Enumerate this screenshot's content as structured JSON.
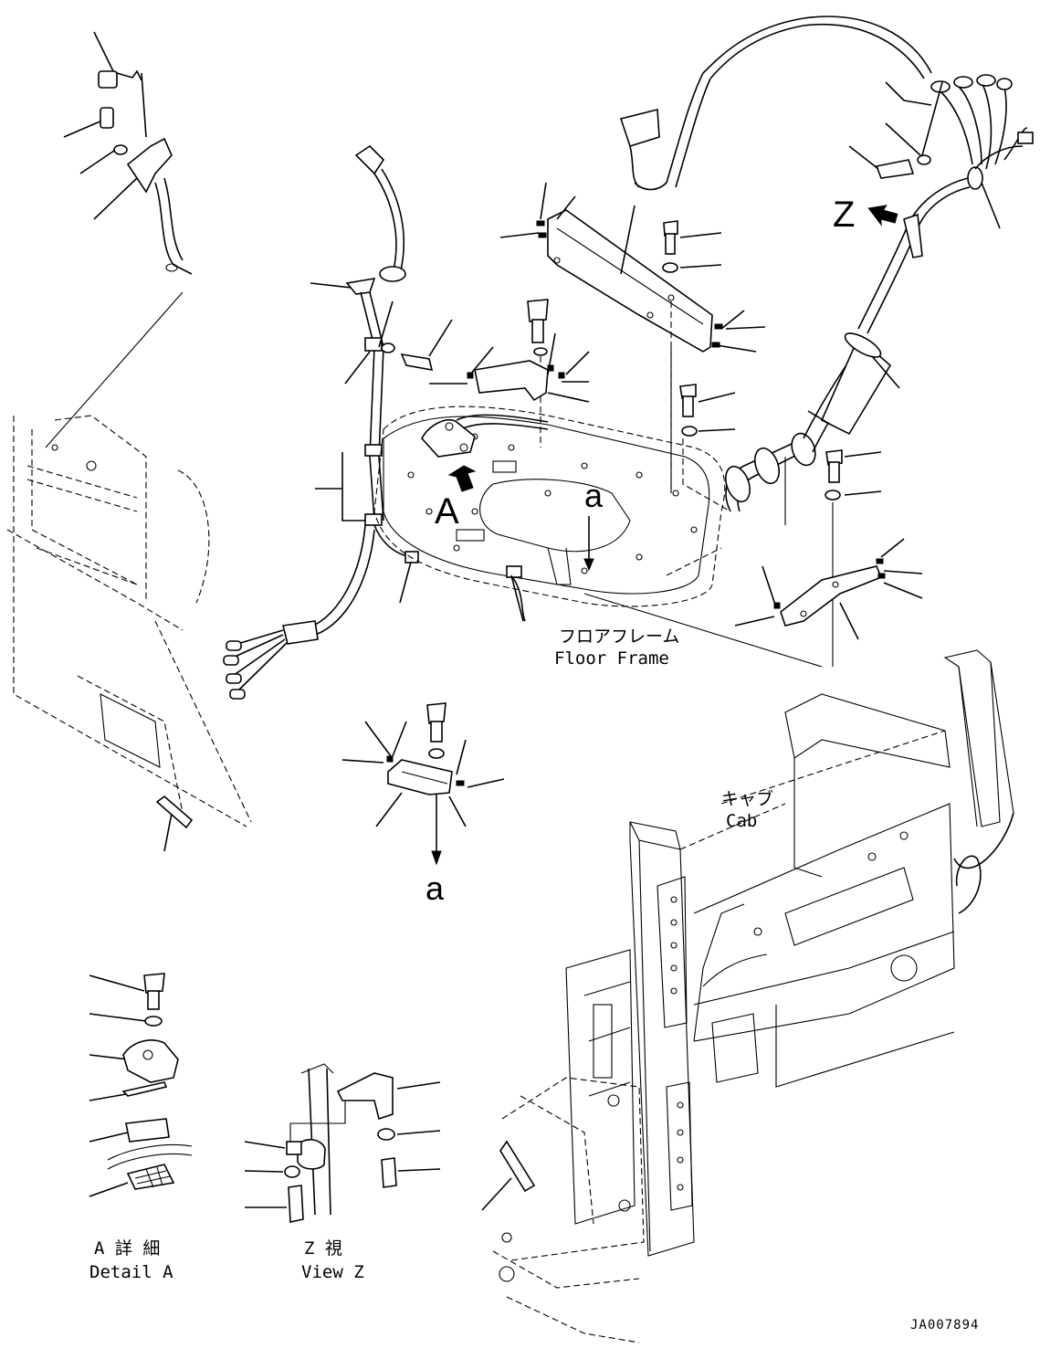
{
  "labels": {
    "floor_frame_jp": "フロアフレーム",
    "floor_frame_en": "Floor Frame",
    "cab_jp": "キャブ",
    "cab_en": "Cab",
    "detail_a_jp": "A 詳 細",
    "detail_a_en": "Detail A",
    "view_z_jp": "Z 視",
    "view_z_en": "View Z",
    "ref_a_upper": "A",
    "ref_a_lower_top": "a",
    "ref_a_lower_bottom": "a",
    "ref_z": "Z",
    "drawing_code": "JA007894"
  }
}
